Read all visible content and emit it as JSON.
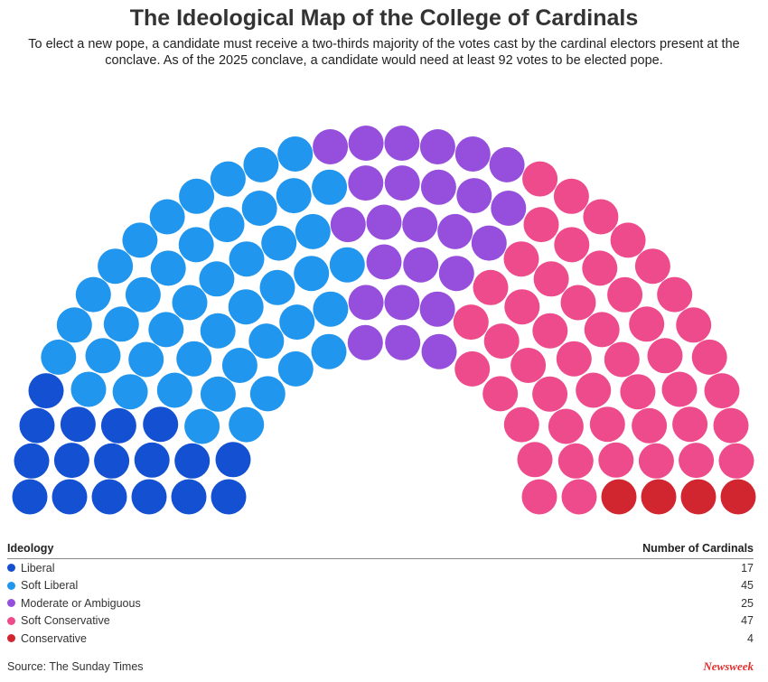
{
  "title": "The Ideological Map of the College of Cardinals",
  "subtitle": "To elect a new pope, a candidate must receive a two-thirds majority of the votes cast by the cardinal electors present at the conclave.  As of the 2025 conclave, a candidate would need at least 92 votes to be elected pope.",
  "legend_header": {
    "left": "Ideology",
    "right": "Number of Cardinals"
  },
  "source": "Source: The Sunday Times",
  "brand": "Newsweek",
  "chart_data": {
    "type": "parliament",
    "total_seats": 138,
    "rows": 6,
    "series": [
      {
        "name": "Liberal",
        "value": 17,
        "color": "#1450d2"
      },
      {
        "name": "Soft Liberal",
        "value": 45,
        "color": "#2196ee"
      },
      {
        "name": "Moderate or Ambiguous",
        "value": 25,
        "color": "#964fdc"
      },
      {
        "name": "Soft Conservative",
        "value": 47,
        "color": "#ee4b8c"
      },
      {
        "name": "Conservative",
        "value": 4,
        "color": "#d1252f"
      }
    ]
  }
}
